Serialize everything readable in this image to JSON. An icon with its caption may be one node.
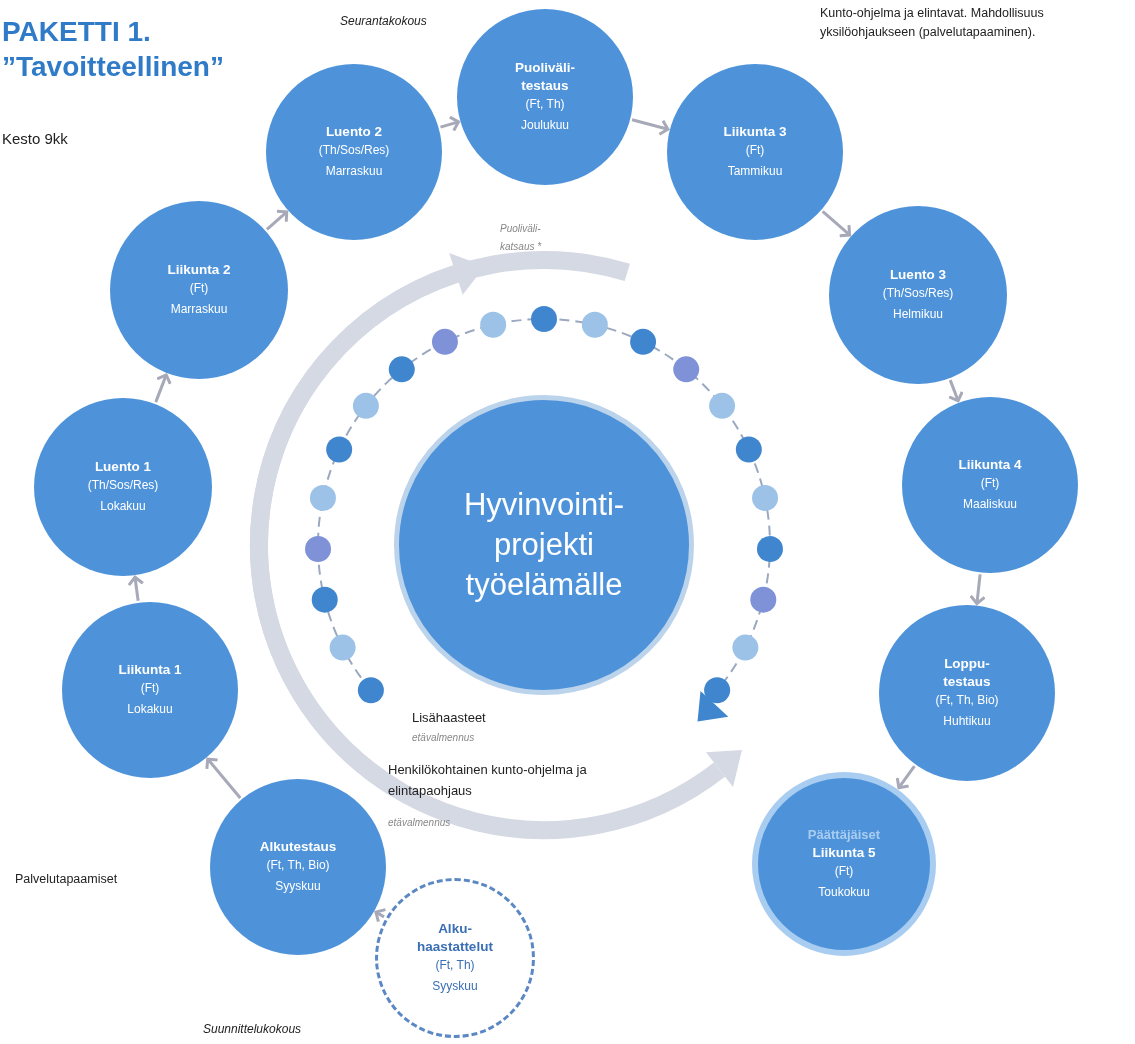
{
  "diagram": {
    "title": "PAKETTI 1. ”Tavoitteellinen”",
    "nodes": [
      {
        "text": [
          "Alku- haastattelut",
          "(Ft, Th)",
          "Syyskuu"
        ]
      },
      {
        "text": [
          "Alkutestaus",
          "(Ft, Th, Bio)",
          "Syyskuu"
        ]
      },
      {
        "text": [
          "Liikunta 1",
          "(Ft)",
          "Lokakuu"
        ]
      },
      {
        "text": [
          "Luento 1",
          "(Th/Sos/Res)",
          "Lokakuu"
        ]
      },
      {
        "text": [
          "Liikunta 2",
          "(Ft)",
          "Marraskuu"
        ]
      },
      {
        "text": [
          "Luento 2",
          "(Th/Sos/Res)",
          "Marraskuu"
        ]
      },
      {
        "text": [
          "Puoliväli- testaus",
          "(Ft, Th)",
          "Joulukuu"
        ]
      },
      {
        "text": [
          "Liikunta 3",
          "(Ft)",
          "Tammikuu"
        ]
      },
      {
        "text": [
          "Luento 3",
          "(Th/Sos/Res)",
          "Helmikuu"
        ]
      },
      {
        "text": [
          "Liikunta 4",
          "(Ft)",
          "Maaliskuu"
        ]
      },
      {
        "text": [
          "Loppu- testaus",
          "(Ft, Th, Bio)",
          "Huhtikuu"
        ]
      },
      {
        "text": [
          "Päättäjäiset",
          "Liikunta 5",
          "(Ft)",
          "Toukokuu"
        ]
      },
      {
        "text": [
          "Hyvinvointi- projekti työelämälle"
        ]
      }
    ],
    "edges": [
      {
        "from": 0,
        "to": 1,
        "arrow": "to"
      },
      {
        "from": 1,
        "to": 2,
        "arrow": "to"
      },
      {
        "from": 2,
        "to": 3,
        "arrow": "to"
      },
      {
        "from": 3,
        "to": 4,
        "arrow": "to"
      },
      {
        "from": 4,
        "to": 5,
        "arrow": "to"
      },
      {
        "from": 5,
        "to": 6,
        "arrow": "to"
      },
      {
        "from": 6,
        "to": 7,
        "arrow": "to"
      },
      {
        "from": 7,
        "to": 8,
        "arrow": "to"
      },
      {
        "from": 8,
        "to": 9,
        "arrow": "to"
      },
      {
        "from": 9,
        "to": 10,
        "arrow": "to"
      },
      {
        "from": 10,
        "to": 11,
        "arrow": "to"
      }
    ],
    "labels": [
      "Kesto 9kk",
      "Seurantakokous",
      "Kunto-ohjelma ja elintavat. Mahdollisuus yksilöohjaukseen (palvelutapaaminen).",
      "Puoliväli- katsaus *",
      "Lisähaasteet",
      "etävalmennus",
      "Henkilökohtainen kunto-ohjelma ja elintapaohjaus",
      "etävalmennus",
      "Palvelutapaamiset",
      "Suunnittelukokous"
    ]
  }
}
